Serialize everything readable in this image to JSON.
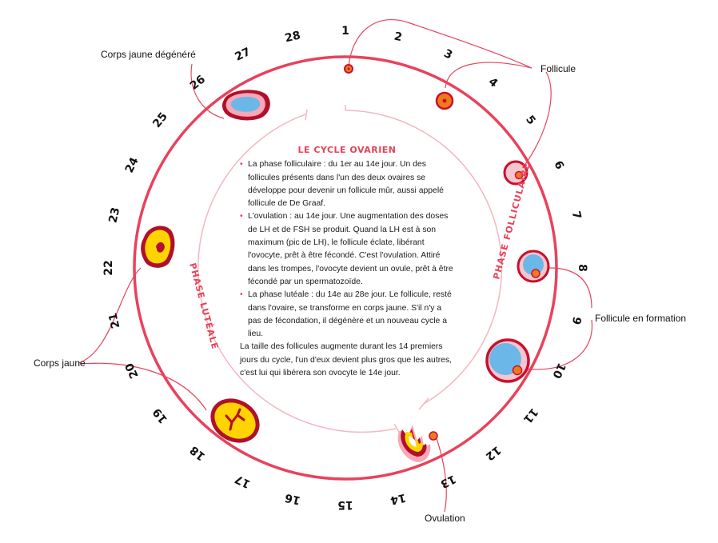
{
  "title": "LE CYCLE OVARIEN",
  "bullets": [
    "La phase folliculaire : du 1er au 14e jour. Un des follicules présents dans l'un des deux ovaires se développe pour devenir un follicule mûr, aussi appelé follicule de De Graaf.",
    "L'ovulation : au 14e jour. Une augmentation des doses de LH et de FSH se produit. Quand la LH est à son maximum (pic de LH), le follicule éclate, libérant l'ovocyte, prêt à être fécondé. C'est l'ovulation. Attiré dans les trompes, l'ovocyte devient un ovule, prêt à être fécondé par un spermatozoïde.",
    "La phase lutéale : du 14e au 28e jour. Le follicule, resté dans l'ovaire, se transforme en corps jaune. S'il n'y a pas de fécondation, il dégénère et un nouveau cycle a lieu."
  ],
  "paragraph": "La taille des follicules augmente durant les 14 premiers jours du cycle, l'un d'eux devient plus gros que les autres, c'est lui qui libérera son ovocyte le 14e jour.",
  "phase_labels": {
    "follicular": "PHASE FOLLICULAIRE",
    "luteal": "PHASE LUTÉALE"
  },
  "callouts": {
    "follicule": "Follicule",
    "follicule_formation": "Follicule en formation",
    "ovulation": "Ovulation",
    "corps_jaune": "Corps jaune",
    "corps_jaune_degenere": "Corps jaune dégénéré"
  },
  "days": [
    "1",
    "2",
    "3",
    "4",
    "5",
    "6",
    "7",
    "8",
    "9",
    "10",
    "11",
    "12",
    "13",
    "14",
    "15",
    "16",
    "17",
    "18",
    "19",
    "20",
    "21",
    "22",
    "23",
    "24",
    "25",
    "26",
    "27",
    "28"
  ],
  "colors": {
    "ring": "#e8425c",
    "ring_light": "#f4b6c0",
    "follicle_outer": "#c8102e",
    "follicle_fill": "#f5c6cf",
    "oocyte": "#f07a1a",
    "antrum": "#6bb8e8",
    "corpus_yellow": "#ffd400",
    "corpus_dark": "#b0102a",
    "degenerate_pink": "#f7a8b8"
  }
}
